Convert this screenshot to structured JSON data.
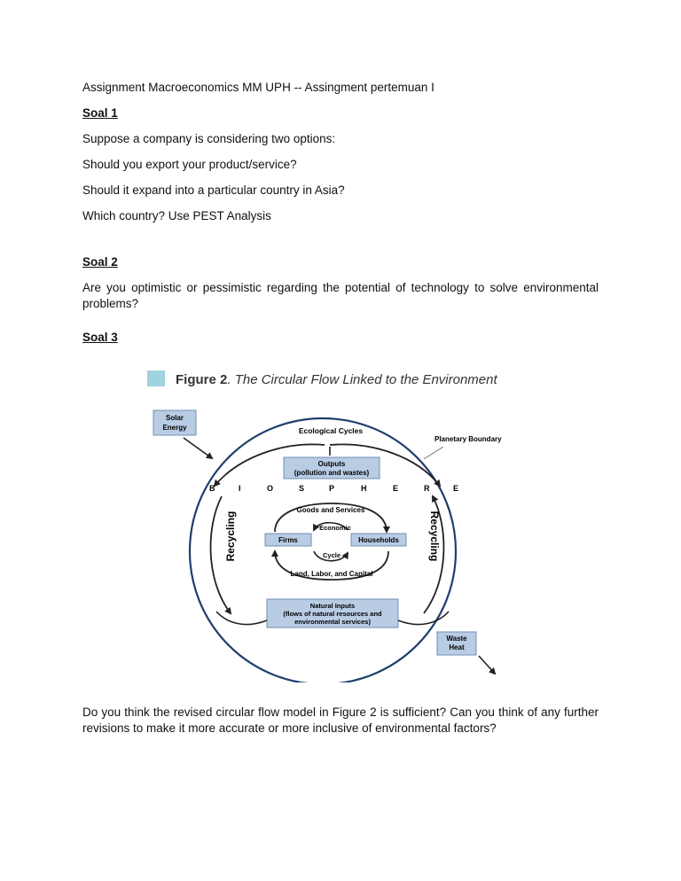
{
  "header": {
    "title": "Assignment Macroeconomics MM UPH -- Assingment pertemuan I"
  },
  "soal1": {
    "heading": "Soal 1",
    "lines": [
      "Suppose a company is considering  two options:",
      "Should you export your  product/service?",
      "Should it expand into a particular  country in Asia?",
      "Which country? Use PEST Analysis"
    ]
  },
  "soal2": {
    "heading": "Soal 2",
    "text": " Are you optimistic or pessimistic regarding the potential of technology to solve environmental problems?"
  },
  "soal3": {
    "heading": "Soal 3",
    "figure": {
      "title_bold": "Figure 2",
      "title_rest": ". The Circular Flow Linked to the Environment",
      "solar_energy": [
        "Solar",
        "Energy"
      ],
      "ecological_cycles": "Ecological Cycles",
      "planetary_boundary": "Planetary Boundary",
      "outputs": [
        "Outputs",
        "(pollution and wastes)"
      ],
      "biosphere_letters": [
        "B",
        "I",
        "O",
        "S",
        "P",
        "H",
        "E",
        "R",
        "E"
      ],
      "recycling": "Recycling",
      "goods_and_services": "Goods and Services",
      "economic": "Economic",
      "firms": "Firms",
      "households": "Households",
      "cycle": "Cycle",
      "land_labor_capital": "Land, Labor, and Capital",
      "natural_inputs": [
        "Natural Inputs",
        "(flows of natural resources and",
        "environmental services)"
      ],
      "waste_heat": [
        "Waste",
        "Heat"
      ],
      "colors": {
        "box_fill": "#b8cce4",
        "box_stroke": "#6f8fb3",
        "legend_square": "#9fd3de"
      }
    },
    "question": "Do you think the revised circular flow model in Figure 2 is sufficient? Can you think of any further revisions to make it more accurate or more inclusive of environmental factors?"
  }
}
